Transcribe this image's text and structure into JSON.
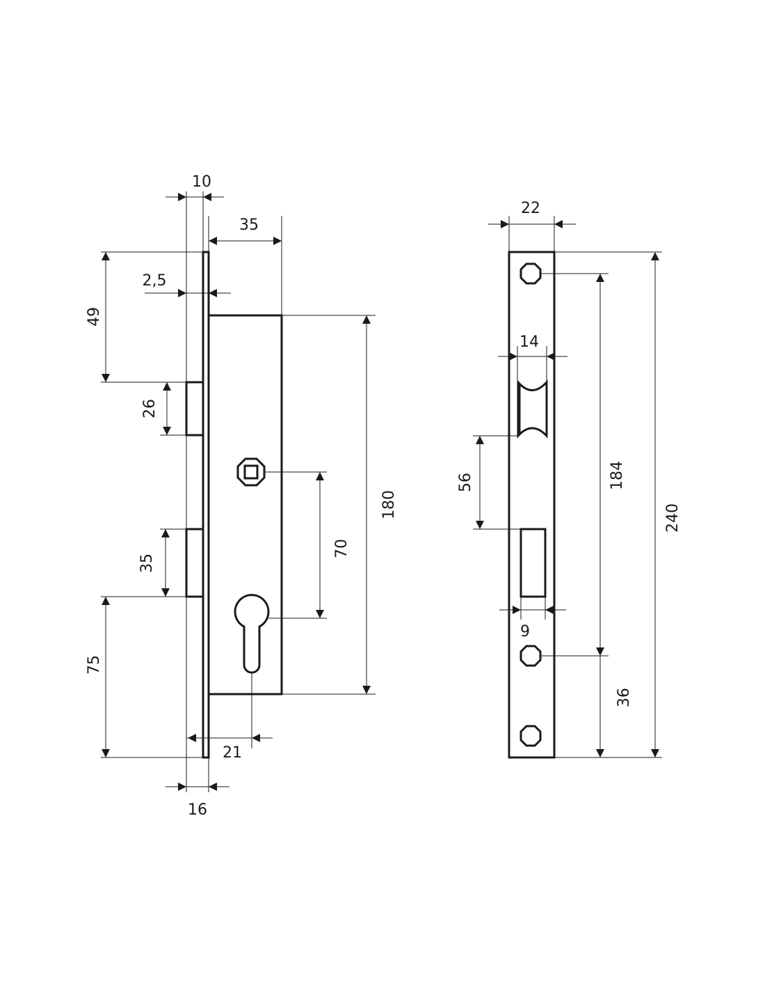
{
  "lock_body": {
    "dimensions": {
      "faceplate_offset": "10",
      "backset": "35",
      "faceplate_thickness": "2,5",
      "top_to_latch": "49",
      "latch_height": "26",
      "bolt_height": "35",
      "bolt_to_bottom": "75",
      "case_height": "180",
      "spindle_to_cylinder": "70",
      "cylinder_offset": "21",
      "total_depth": "16"
    }
  },
  "strike_plate": {
    "dimensions": {
      "width": "22",
      "latch_recess_width": "14",
      "recess_spacing": "56",
      "bolt_recess_width": "9",
      "screw_spacing": "184",
      "bottom_screw_spacing": "36",
      "total_height": "240"
    }
  },
  "colors": {
    "line": "#1a1a1a",
    "background": "#ffffff"
  }
}
